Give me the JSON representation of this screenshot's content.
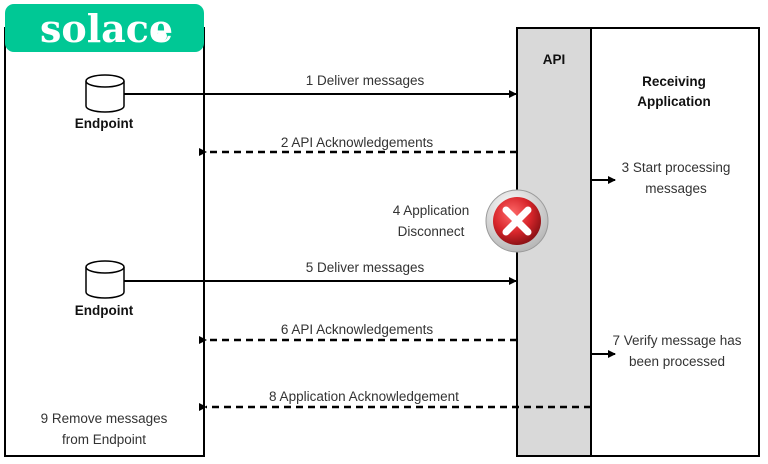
{
  "brand": {
    "name": "solace",
    "dot": ".",
    "color": "#00c895"
  },
  "columns": {
    "api": "API",
    "receiving": [
      "Receiving",
      "Application"
    ]
  },
  "endpoints": [
    "Endpoint",
    "Endpoint"
  ],
  "steps": {
    "s1": "1 Deliver messages",
    "s2": "2 API Acknowledgements",
    "s3": [
      "3 Start processing",
      "messages"
    ],
    "s4": [
      "4 Application",
      "Disconnect"
    ],
    "s5": "5 Deliver messages",
    "s6": "6 API Acknowledgements",
    "s7": [
      "7 Verify message has",
      "been processed"
    ],
    "s8": "8 Application Acknowledgement",
    "s9": [
      "9 Remove messages",
      "from Endpoint"
    ]
  },
  "colors": {
    "api_fill": "#d9d9d9",
    "error_red": "#d8262b",
    "line": "#000000"
  },
  "icons": [
    "database-icon",
    "disconnect-error-icon"
  ]
}
